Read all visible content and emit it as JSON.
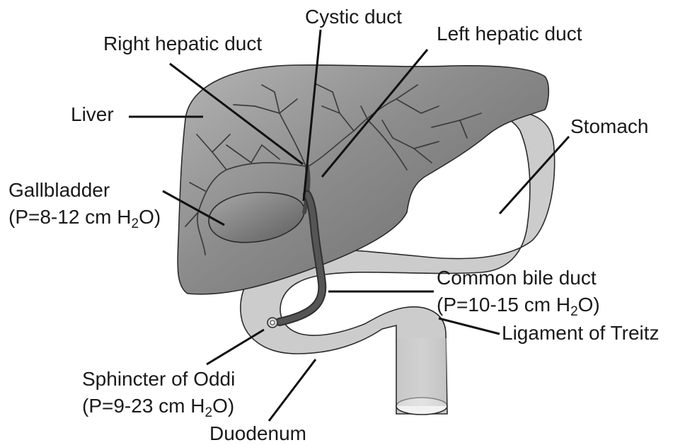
{
  "labels": {
    "cystic_duct": "Cystic duct",
    "right_hepatic_duct": "Right hepatic duct",
    "left_hepatic_duct": "Left hepatic duct",
    "liver": "Liver",
    "stomach": "Stomach",
    "gallbladder": "Gallbladder",
    "gallbladder_pressure": {
      "prefix": "(P=8-12 cm H",
      "sub": "2",
      "suffix": "O)"
    },
    "common_bile_duct": "Common bile duct",
    "common_bile_duct_pressure": {
      "prefix": "(P=10-15 cm H",
      "sub": "2",
      "suffix": "O)"
    },
    "ligament_of_treitz": "Ligament of Treitz",
    "sphincter_of_oddi": "Sphincter of Oddi",
    "sphincter_pressure": {
      "prefix": "(P=9-23 cm H",
      "sub": "2",
      "suffix": "O)"
    },
    "duodenum": "Duodenum"
  },
  "colors": {
    "liver_light": "#b2b2b2",
    "liver_dark": "#6a6a6a",
    "stomach_duodenum": "#cccccc",
    "ducts": "#474747",
    "gallbladder_light": "#9a9a9a",
    "gallbladder_dark": "#5e5e5e",
    "outline": "#2b2b2b"
  }
}
